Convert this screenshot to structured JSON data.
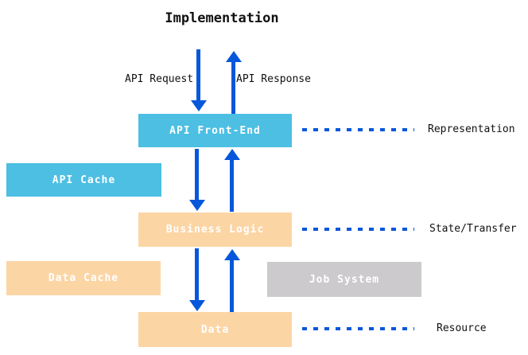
{
  "title": "Implementation",
  "colors": {
    "cyan": "#4cbfe3",
    "peach": "#fcd5a5",
    "gray": "#cccacc",
    "blue": "#0757db",
    "ink": "#111111",
    "box_text": "#ffffff"
  },
  "flow_labels": {
    "request": "API Request",
    "response": "API Response"
  },
  "boxes": {
    "api_front_end": "API Front-End",
    "api_cache": "API Cache",
    "business_logic": "Business Logic",
    "data_cache": "Data Cache",
    "job_system": "Job System",
    "data": "Data"
  },
  "layer_labels": {
    "representation": "Representation",
    "state_transfer": "State/Transfer",
    "resource": "Resource"
  }
}
